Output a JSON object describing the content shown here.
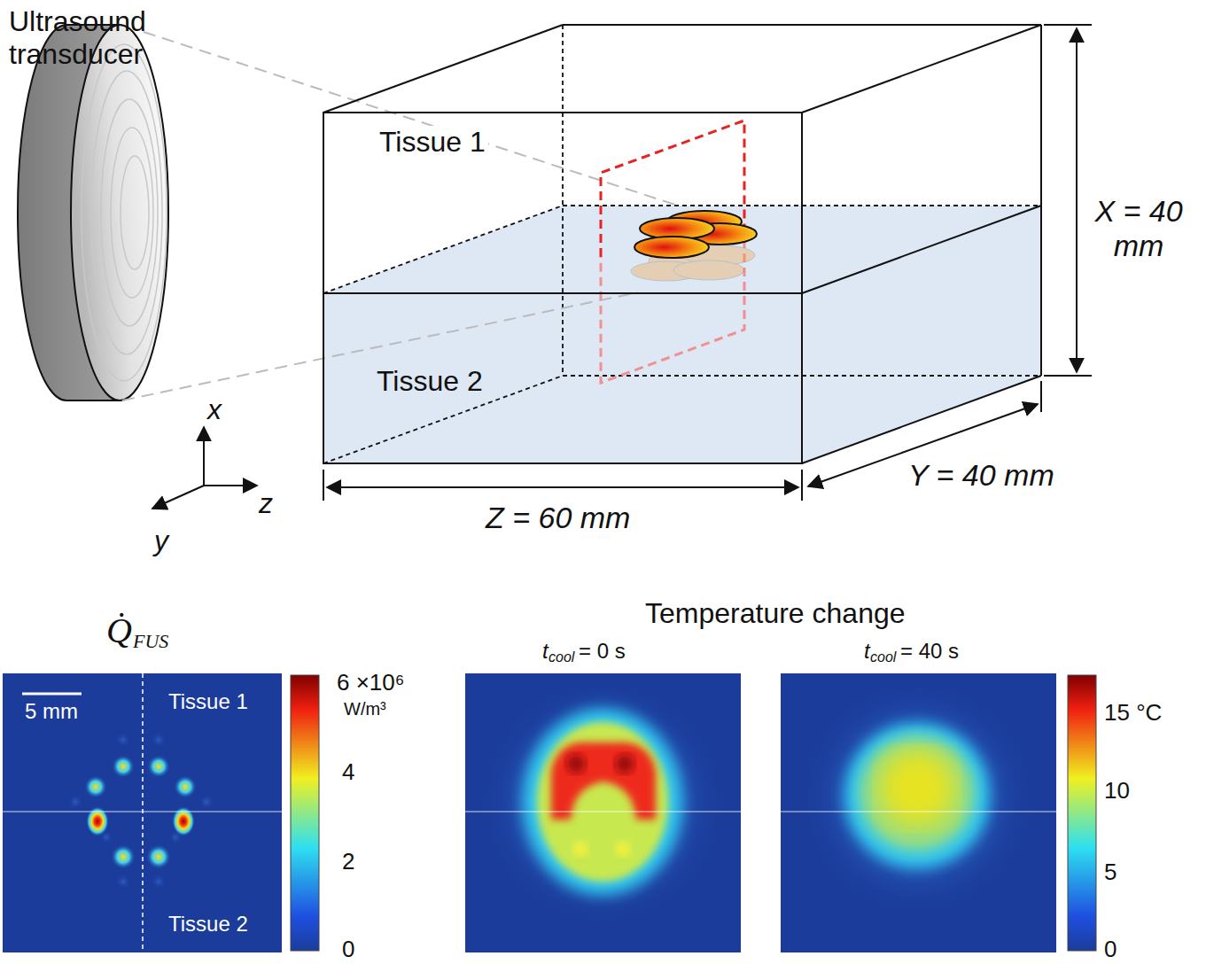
{
  "diagram": {
    "labels": [
      "Ultrasound transducer",
      "Tissue 1",
      "Tissue 2",
      "X = 40 mm",
      "Y = 40 mm",
      "Z = 60 mm",
      "x",
      "y",
      "z",
      "Q̇",
      "FUS",
      "5 mm",
      "Tissue 1",
      "Tissue 2",
      "6 ×10⁶",
      "W/m³",
      "4",
      "2",
      "0",
      "Temperature change",
      "t",
      "cool",
      "= 0 s",
      "t",
      "cool",
      "= 40 s",
      "15 °C",
      "10",
      "5",
      "0"
    ]
  }
}
